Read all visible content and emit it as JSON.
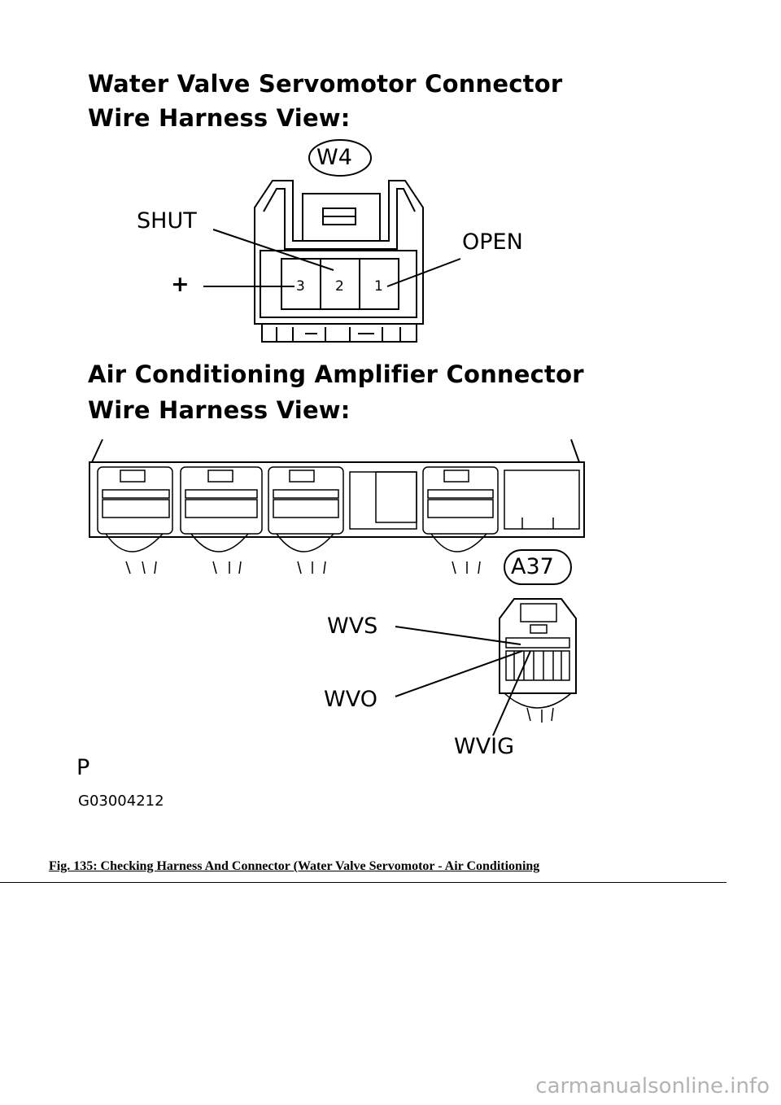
{
  "diagram": {
    "heading1": "Water Valve Servomotor Connector",
    "heading2": "Wire Harness View:",
    "w4_code": "W4",
    "w4_labels": {
      "shut": "SHUT",
      "open": "OPEN",
      "plus": "+"
    },
    "w4_pins": [
      "3",
      "2",
      "1"
    ],
    "heading3": "Air Conditioning Amplifier Connector",
    "heading4": "Wire Harness View:",
    "a37_code": "A37",
    "a37_labels": {
      "wvs": "WVS",
      "wvo": "WVO",
      "wvig": "WVIG"
    },
    "letter": "P",
    "figure_id": "G03004212"
  },
  "caption": "Fig. 135: Checking Harness And Connector (Water Valve Servomotor - Air Conditioning",
  "watermark": "carmanualsonline.info"
}
